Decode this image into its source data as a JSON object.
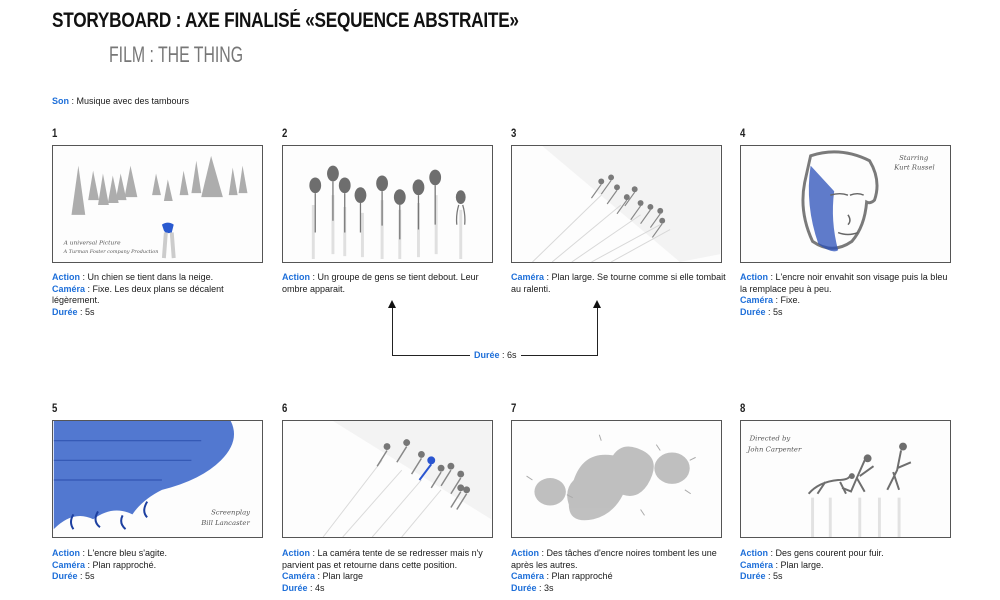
{
  "header": {
    "title": "STORYBOARD : AXE FINALISÉ «SEQUENCE ABSTRAITE»",
    "subtitle": "FILM : THE THING"
  },
  "sound": {
    "label": "Son",
    "value": " : Musique avec des tambours"
  },
  "labels": {
    "action": "Action",
    "camera": "Caméra",
    "duree": "Durée",
    "sep": " : "
  },
  "colors": {
    "accent": "#1e6fd9",
    "frame_border": "#555555",
    "ink_blue": "#2455c8",
    "pencil": "#8a8a8a"
  },
  "shared_duration": {
    "label": "Durée",
    "value": " : 6s",
    "applies_to": "2-3"
  },
  "panels": [
    {
      "number": "1",
      "sketch": "snowy-forest-with-blue-dog",
      "captions": [
        "A universal Picture",
        "A Turman Foster company Production"
      ],
      "action": " : Un chien se tient dans la neige.",
      "camera": " : Fixe. Les deux plans se décalent légèrement.",
      "duree": " : 5s"
    },
    {
      "number": "2",
      "sketch": "group-of-people-standing",
      "action": " : Un groupe de gens se tient debout. Leur ombre apparait."
    },
    {
      "number": "3",
      "sketch": "diagonal-group-wide-shot",
      "camera": " : Plan large. Se tourne comme si elle tombait au ralenti."
    },
    {
      "number": "4",
      "sketch": "face-portrait-ink",
      "captions": [
        "Starring",
        "Kurt Russel"
      ],
      "action": " :  L'encre noir envahit son visage puis la bleu la remplace peu à peu.",
      "camera": " : Fixe.",
      "duree": " : 5s"
    },
    {
      "number": "5",
      "sketch": "blue-ink-wave",
      "captions": [
        "Screenplay",
        "Bill Lancaster"
      ],
      "action": " : L'encre bleu s'agite.",
      "camera": " : Plan rapproché.",
      "duree": " : 5s"
    },
    {
      "number": "6",
      "sketch": "diagonal-group-one-blue",
      "action": " :  La caméra tente de se redresser mais n'y parvient pas et retourne dans cette position.",
      "camera": " : Plan large",
      "duree": " : 4s"
    },
    {
      "number": "7",
      "sketch": "ink-blots",
      "action": " :  Des tâches d'encre noires tombent les une après les autres.",
      "camera": " : Plan rapproché",
      "duree": " : 3s"
    },
    {
      "number": "8",
      "sketch": "running-figures",
      "captions": [
        "Directed by",
        "John Carpenter"
      ],
      "action": " :  Des gens courent pour fuir.",
      "camera": " : Plan large.",
      "duree": " : 5s"
    }
  ]
}
